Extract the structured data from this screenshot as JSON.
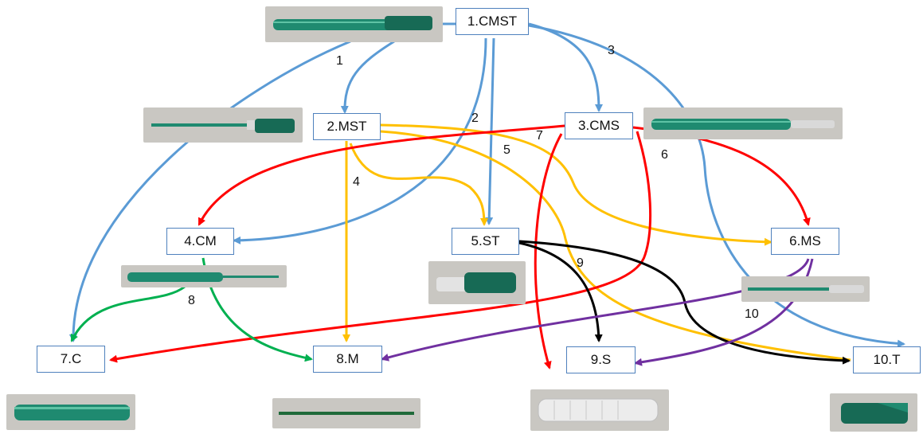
{
  "nodes": {
    "n1": "1.CMST",
    "n2": "2.MST",
    "n3": "3.CMS",
    "n4": "4.CM",
    "n5": "5.ST",
    "n6": "6.MS",
    "n7": "7.C",
    "n8": "8.M",
    "n9": "9.S",
    "n10": "10.T"
  },
  "edge_labels": {
    "l1": "1",
    "l2": "2",
    "l3": "3",
    "l4": "4",
    "l5": "5",
    "l6": "6",
    "l7": "7",
    "l8": "8",
    "l9": "9",
    "l10": "10"
  },
  "colors": {
    "blue": "#5b9bd5",
    "yellow": "#ffc000",
    "red": "#ff0000",
    "green": "#00b050",
    "black": "#000000",
    "purple": "#7030a0",
    "node_border": "#4f81bd",
    "pen_green": "#1f8a70"
  },
  "photos": [
    "pen-full-photo",
    "pen-mst-photo",
    "pen-cms-photo",
    "pen-cm-photo",
    "cap-tip-photo",
    "pen-ms-photo",
    "cap-photo",
    "refill-photo",
    "barrel-photo",
    "tip-photo"
  ]
}
